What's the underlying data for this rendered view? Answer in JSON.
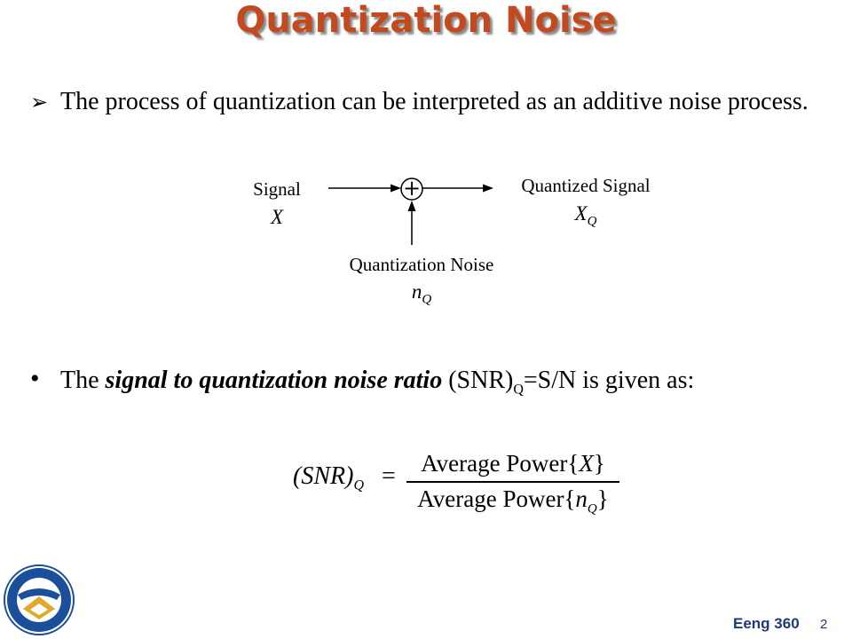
{
  "slide": {
    "title": "Quantization Noise",
    "bullet1": {
      "marker": "➢",
      "text": "The process of quantization can be interpreted as an additive noise process."
    },
    "diagram": {
      "input_label": "Signal",
      "input_symbol": "X",
      "adder_symbol": "+",
      "output_label": "Quantized Signal",
      "output_symbol": "X",
      "output_subscript": "Q",
      "noise_label": "Quantization Noise",
      "noise_symbol": "n",
      "noise_subscript": "Q"
    },
    "bullet2": {
      "marker": "•",
      "prefix": "The ",
      "emphasis": "signal to quantization noise ratio",
      "middle": " (SNR)",
      "subscript": "Q",
      "suffix": "=S/N is given as:"
    },
    "formula": {
      "lhs": "(SNR)",
      "lhs_subscript": "Q",
      "equals": "=",
      "numerator_text": "Average Power{",
      "numerator_symbol": "X",
      "numerator_close": "}",
      "denominator_text": "Average Power{",
      "denominator_symbol": "n",
      "denominator_subscript": "Q",
      "denominator_close": "}"
    },
    "footer": {
      "course": "Eeng 360",
      "page": "2"
    }
  },
  "colors": {
    "title": "#c34a1e",
    "footer": "#1e3a78",
    "logo_ring": "#1b4f9c",
    "logo_center": "#e0a92a"
  }
}
